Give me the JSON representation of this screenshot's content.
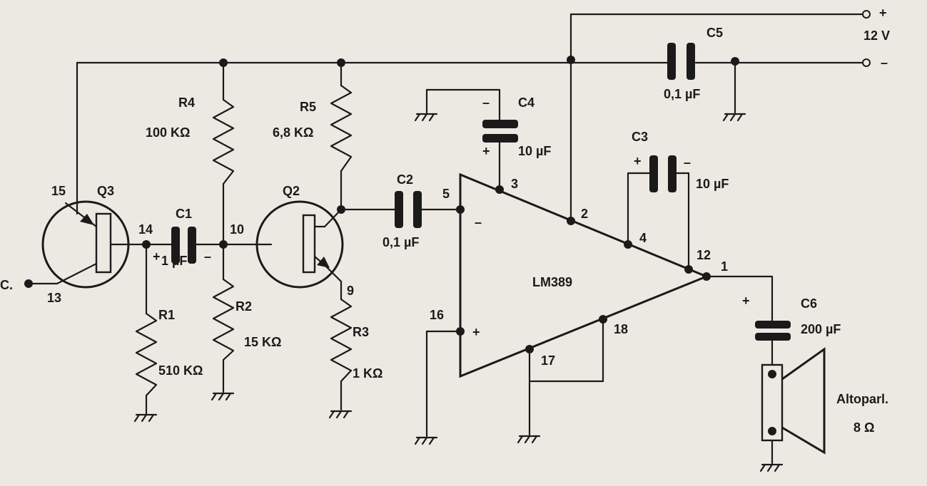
{
  "labels": {
    "q3": "Q3",
    "q2": "Q2",
    "r1": "R1",
    "r1_val": "510 KΩ",
    "r2": "R2",
    "r2_val": "15 KΩ",
    "r3": "R3",
    "r3_val": "1 KΩ",
    "r4": "R4",
    "r4_val": "100 KΩ",
    "r5": "R5",
    "r5_val": "6,8 KΩ",
    "c1": "C1",
    "c1_val": "1 µF",
    "c2": "C2",
    "c2_val": "0,1 µF",
    "c3": "C3",
    "c3_val": "10 µF",
    "c4": "C4",
    "c4_val": "10 µF",
    "c5": "C5",
    "c5_val": "0,1 µF",
    "c6": "C6",
    "c6_val": "200 µF",
    "ic": "LM389",
    "supply": "12 V",
    "plus": "+",
    "minus": "–",
    "speaker": "Altoparl.",
    "speaker_val": "8 Ω",
    "input": "C.",
    "pin1": "1",
    "pin2": "2",
    "pin3": "3",
    "pin4": "4",
    "pin5": "5",
    "pin9": "9",
    "pin10": "10",
    "pin12": "12",
    "pin13": "13",
    "pin14": "14",
    "pin15": "15",
    "pin16": "16",
    "pin17": "17",
    "pin18": "18"
  }
}
